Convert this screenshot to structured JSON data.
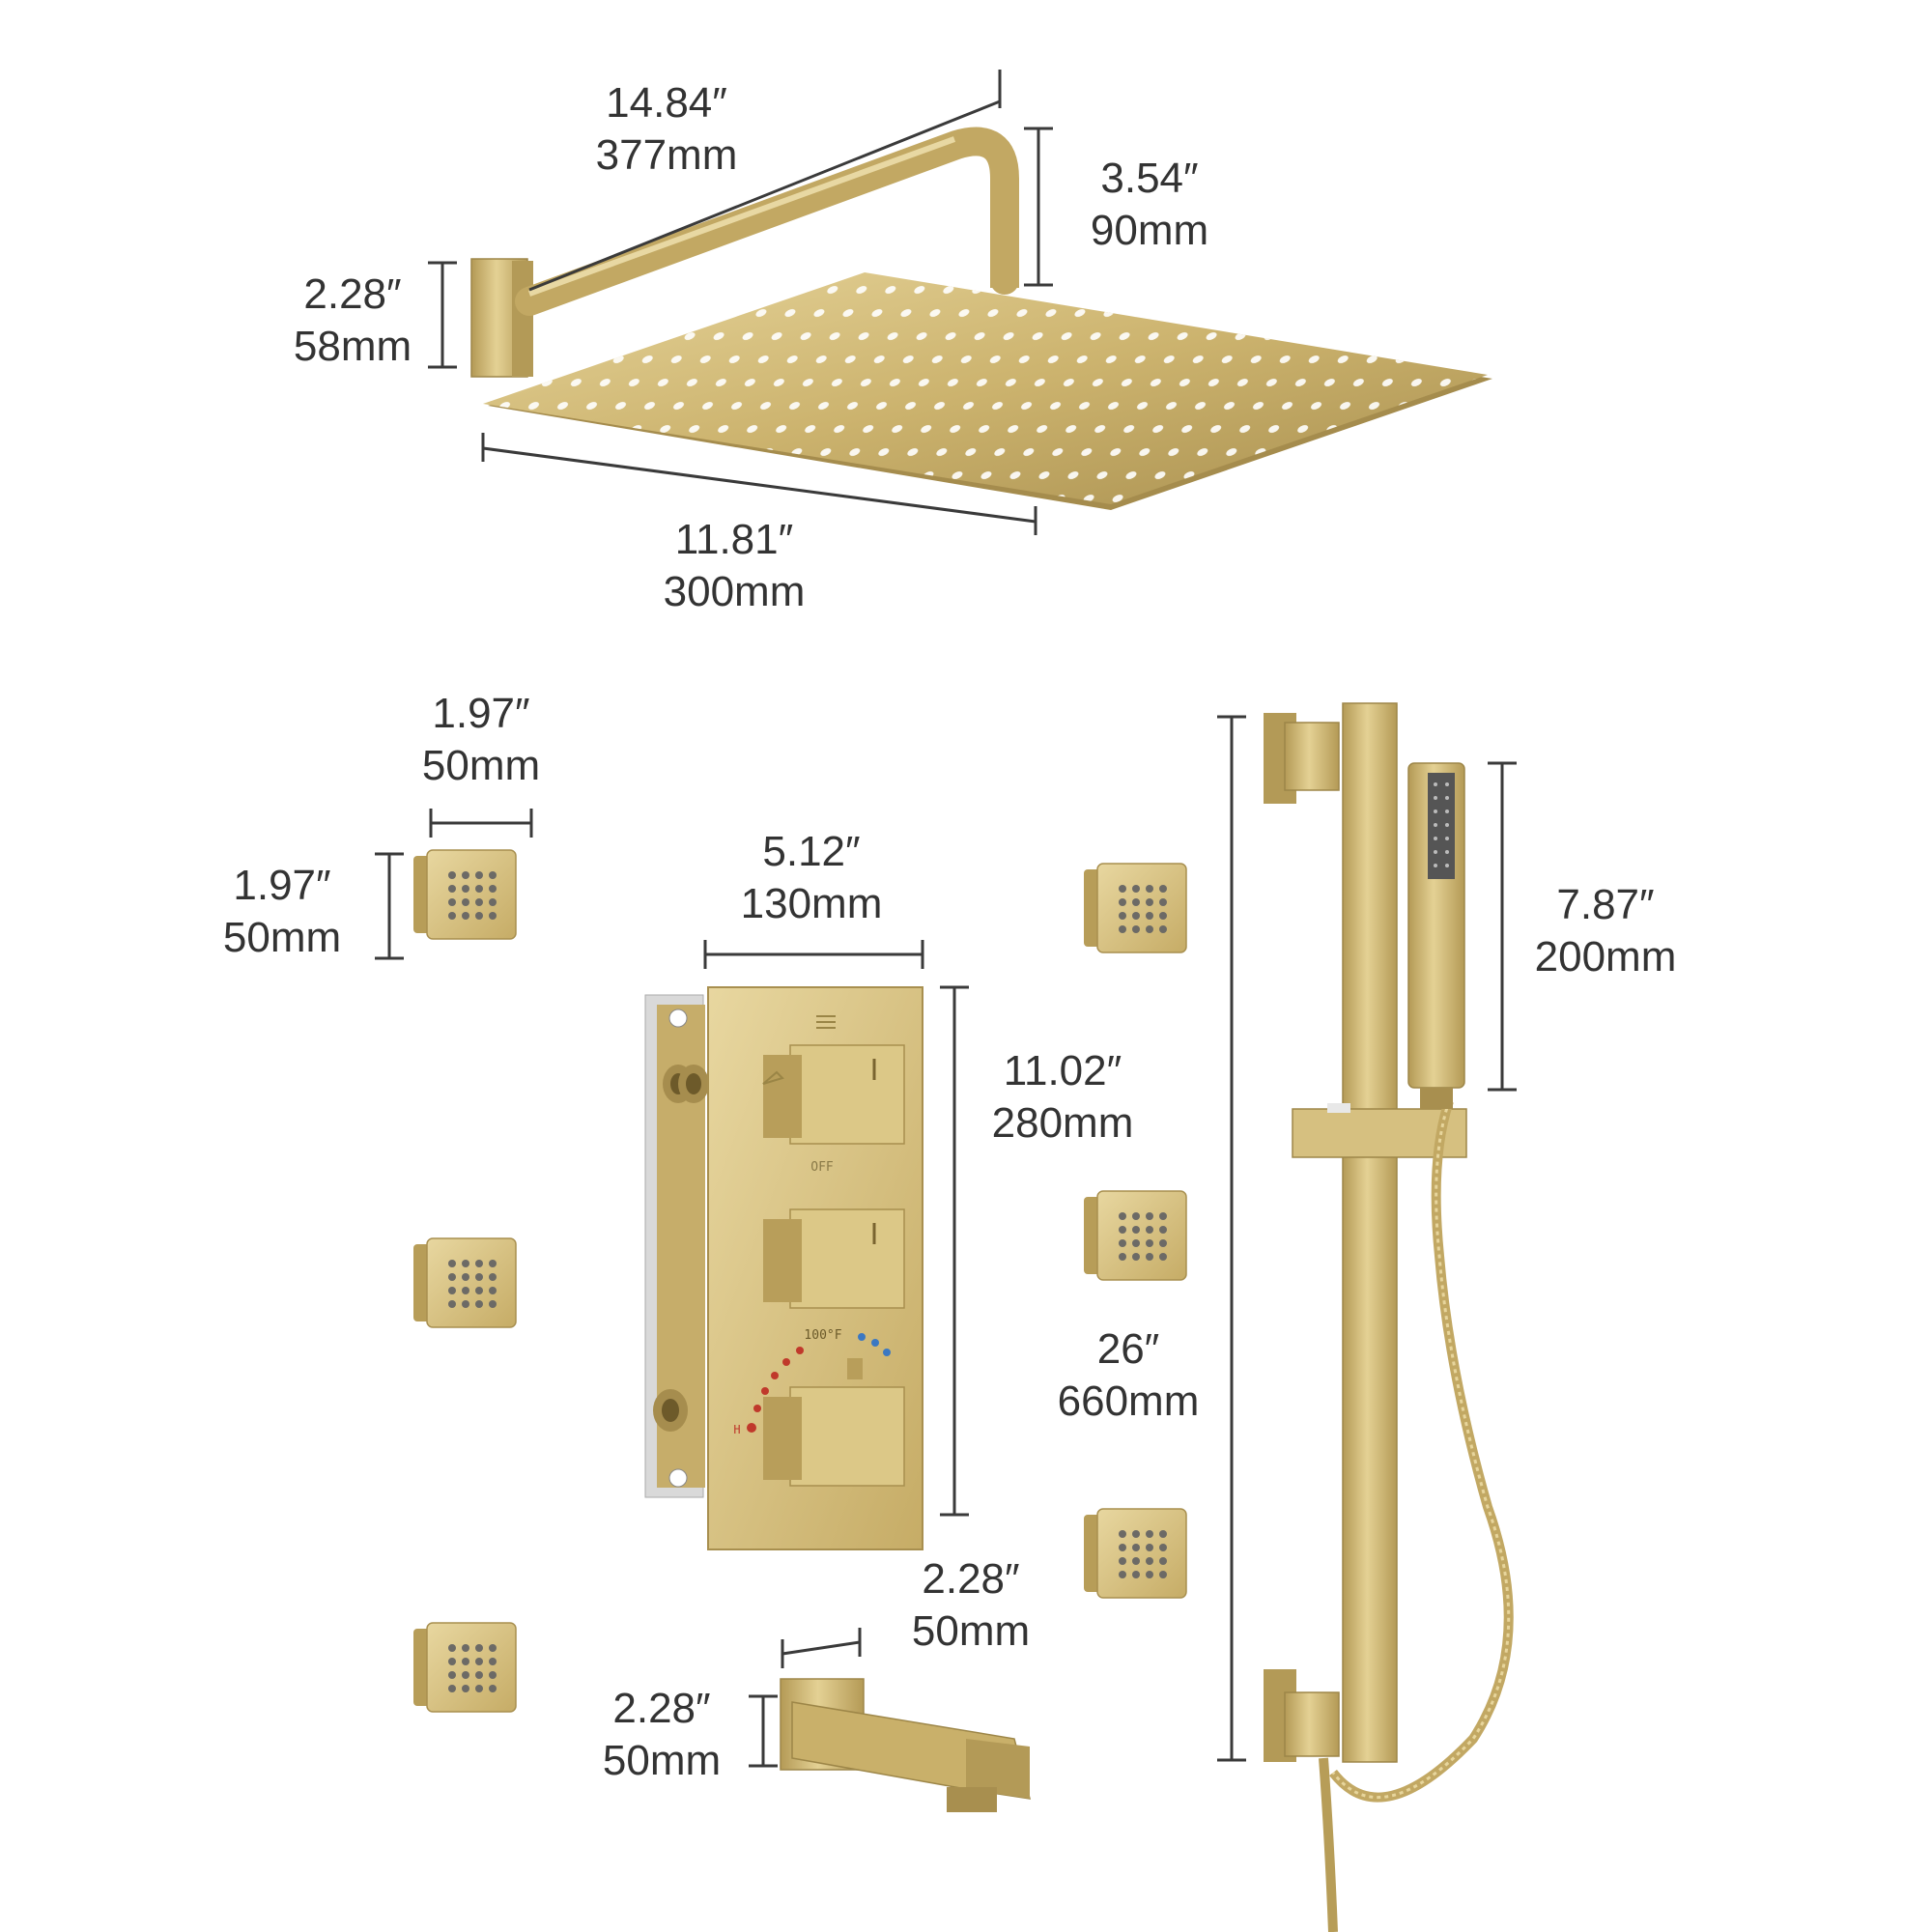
{
  "colors": {
    "finish": "#c9b06a",
    "finish_light": "#e2cf92",
    "finish_dark": "#9d8648",
    "text": "#333333",
    "line": "#3a3a3a",
    "hot": "#c0392b",
    "cold": "#3b78c2"
  },
  "dimensions": {
    "arm_length": {
      "inch": "14.84″",
      "mm": "377mm"
    },
    "arm_drop": {
      "inch": "3.54″",
      "mm": "90mm"
    },
    "flange_height": {
      "inch": "2.28″",
      "mm": "58mm"
    },
    "head_width": {
      "inch": "11.81″",
      "mm": "300mm"
    },
    "jet_width": {
      "inch": "1.97″",
      "mm": "50mm"
    },
    "jet_height": {
      "inch": "1.97″",
      "mm": "50mm"
    },
    "valve_width": {
      "inch": "5.12″",
      "mm": "130mm"
    },
    "valve_height": {
      "inch": "11.02″",
      "mm": "280mm"
    },
    "handshower_length": {
      "inch": "7.87″",
      "mm": "200mm"
    },
    "slide_bar_length": {
      "inch": "26″",
      "mm": "660mm"
    },
    "spout_depth": {
      "inch": "2.28″",
      "mm": "50mm"
    },
    "spout_height": {
      "inch": "2.28″",
      "mm": "50mm"
    }
  },
  "valve_panel": {
    "off_label": "OFF",
    "temp_label": "100°F",
    "hot_label": "H"
  },
  "icons": [
    "showerhead-icon",
    "body-jet-icon",
    "valve-icon",
    "tub-spout-icon",
    "slide-bar-icon",
    "hand-shower-icon"
  ]
}
